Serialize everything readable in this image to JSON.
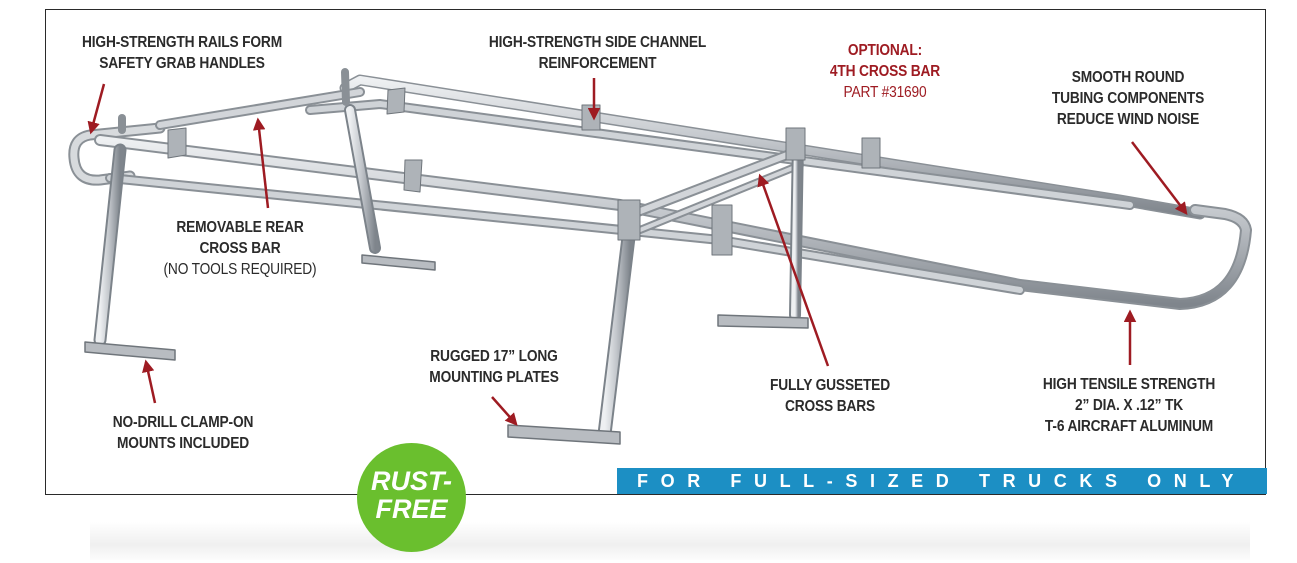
{
  "callouts": {
    "rails": [
      "HIGH-STRENGTH RAILS FORM",
      "SAFETY GRAB HANDLES"
    ],
    "side_channel": [
      "HIGH-STRENGTH SIDE CHANNEL",
      "REINFORCEMENT"
    ],
    "optional": [
      "OPTIONAL:",
      "4TH CROSS BAR"
    ],
    "optional_part": "PART #31690",
    "round_tubing": [
      "SMOOTH ROUND",
      "TUBING COMPONENTS",
      "REDUCE WIND NOISE"
    ],
    "rear_cross_bar": [
      "REMOVABLE REAR",
      "CROSS BAR"
    ],
    "rear_cross_bar_note": "(NO TOOLS REQUIRED)",
    "mounting_plates": [
      "RUGGED 17” LONG",
      "MOUNTING PLATES"
    ],
    "gusseted": [
      "FULLY GUSSETED",
      "CROSS BARS"
    ],
    "tensile": [
      "HIGH TENSILE STRENGTH",
      "2” DIA. X .12” TK",
      "T-6 AIRCRAFT ALUMINUM"
    ],
    "clamp_mounts": [
      "NO-DRILL CLAMP-ON",
      "MOUNTS INCLUDED"
    ]
  },
  "banner": "FOR FULL-SIZED TRUCKS ONLY",
  "badge": [
    "RUST-",
    "FREE"
  ],
  "colors": {
    "callout_text": "#2b2b2b",
    "accent_red": "#9e1b22",
    "banner_blue": "#1c8fc4",
    "badge_green": "#6abf2e",
    "aluminum": "#b9bdc2"
  }
}
